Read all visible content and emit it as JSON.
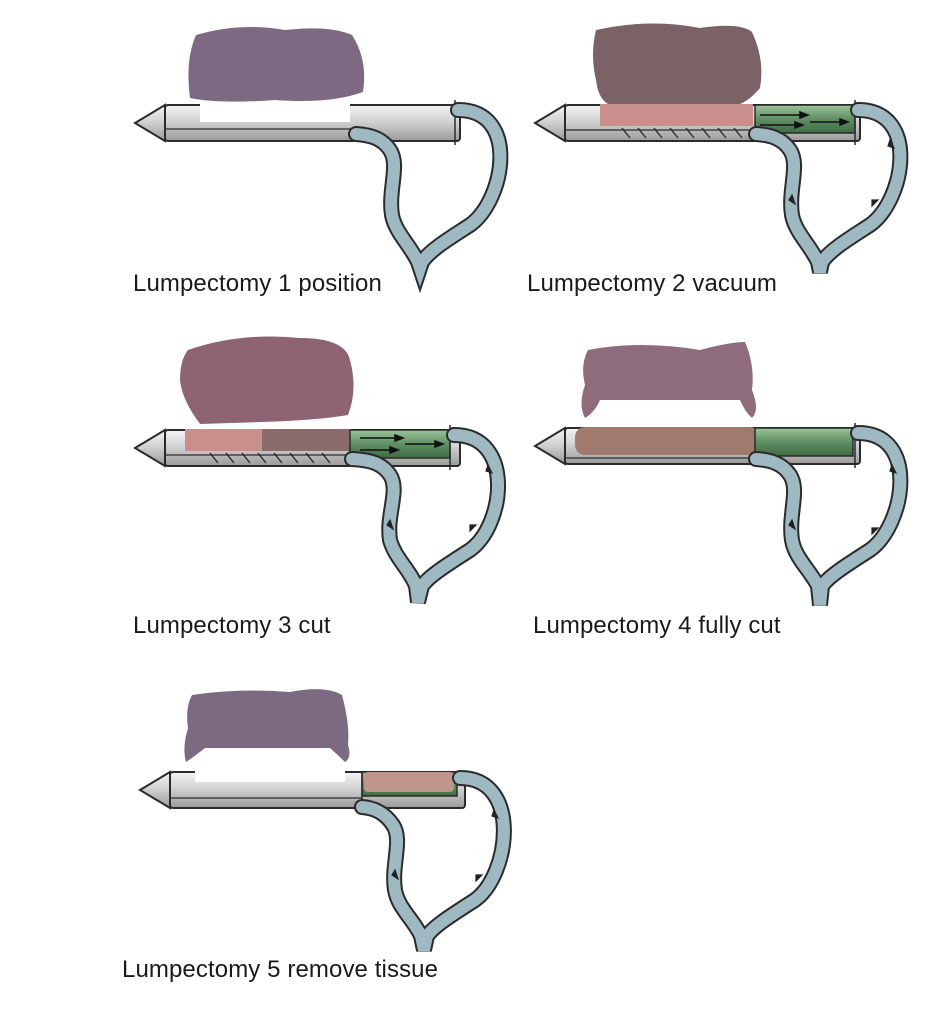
{
  "colors": {
    "lump_1": "#7d6a82",
    "lump_2": "#7a6266",
    "lump_3": "#8e6475",
    "lump_4": "#8f6c7c",
    "lump_5": "#7c6a80",
    "tissue_pink": "#c98f8a",
    "tissue_brown": "#a07a6f",
    "chamber_green": "#6f9c73",
    "tube_blue": "#9fb9c3",
    "needle_steel": "#d9d9d9"
  },
  "panels": [
    {
      "id": "1",
      "caption": "Lumpectomy 1 position"
    },
    {
      "id": "2",
      "caption": "Lumpectomy 2 vacuum"
    },
    {
      "id": "3",
      "caption": "Lumpectomy 3 cut"
    },
    {
      "id": "4",
      "caption": "Lumpectomy 4 fully cut"
    },
    {
      "id": "5",
      "caption": "Lumpectomy 5 remove tissue"
    }
  ]
}
